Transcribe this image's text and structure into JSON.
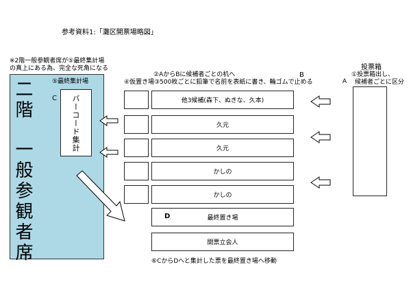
{
  "title": "参考資料1:「灘区開票場略図」",
  "gallery_note": [
    "※2階一般参観者席が⑤最終集計場",
    "の真上にある為、完全な死角になる"
  ],
  "gallery_label_1": "二階",
  "gallery_label_2": "一般参観者席",
  "final_tally_label": "⑤最終集計場",
  "barcode_label": "バーコード集計",
  "label_c": "C",
  "label_a": "A",
  "label_b": "B",
  "label_d": "D",
  "step2": "②AからBに候補者ごとの机へ",
  "step4_3": "④仮置き場③500枚ごとに鉛筆で名前を表紙に書き、輪ゴムで止める",
  "ballot_box_title": "投票箱",
  "ballot_box_note": [
    "①投票箱出し、",
    "候補者ごとに区分"
  ],
  "tables": [
    "他3候補(森下、ぬきな、久本)",
    "久元",
    "久元",
    "かしの",
    "かしの"
  ],
  "final_storage": "最終置き場",
  "witness": "開票立会人",
  "step6": "⑥CからDへと集計した票を最終置き場へ移動"
}
